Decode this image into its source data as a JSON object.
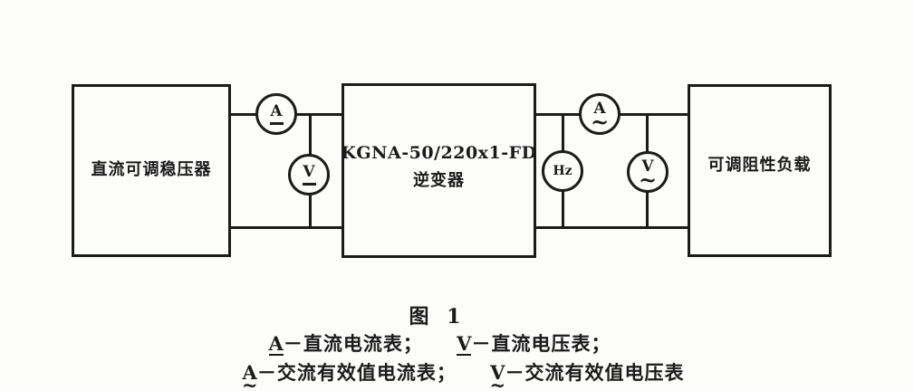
{
  "figure": {
    "caption": "图 1",
    "boxes": {
      "source": {
        "label": "直流可调稳压器"
      },
      "inverter": {
        "line1": "KGNA-50/220x1-FD",
        "line2": "逆变器"
      },
      "load": {
        "label": "可调阻性负载"
      }
    },
    "meters": {
      "dc_ammeter": {
        "letter": "A"
      },
      "dc_voltmeter": {
        "letter": "V"
      },
      "ac_ammeter": {
        "letter": "A"
      },
      "freq_meter": {
        "letter": "Hz"
      },
      "ac_voltmeter": {
        "letter": "V"
      }
    },
    "marks": {
      "ac_wave": "~"
    },
    "legend": {
      "dc_ammeter": {
        "symbol": "A",
        "desc": "－直流电流表；"
      },
      "dc_voltmeter": {
        "symbol": "V",
        "desc": "－直流电压表；"
      },
      "ac_ammeter": {
        "symbol": "A",
        "desc": "－交流有效值电流表；"
      },
      "ac_voltmeter": {
        "symbol": "V",
        "desc": "－交流有效值电压表"
      }
    },
    "colors": {
      "ink": "#1b1b1b",
      "paper": "#fcfcfb"
    }
  }
}
